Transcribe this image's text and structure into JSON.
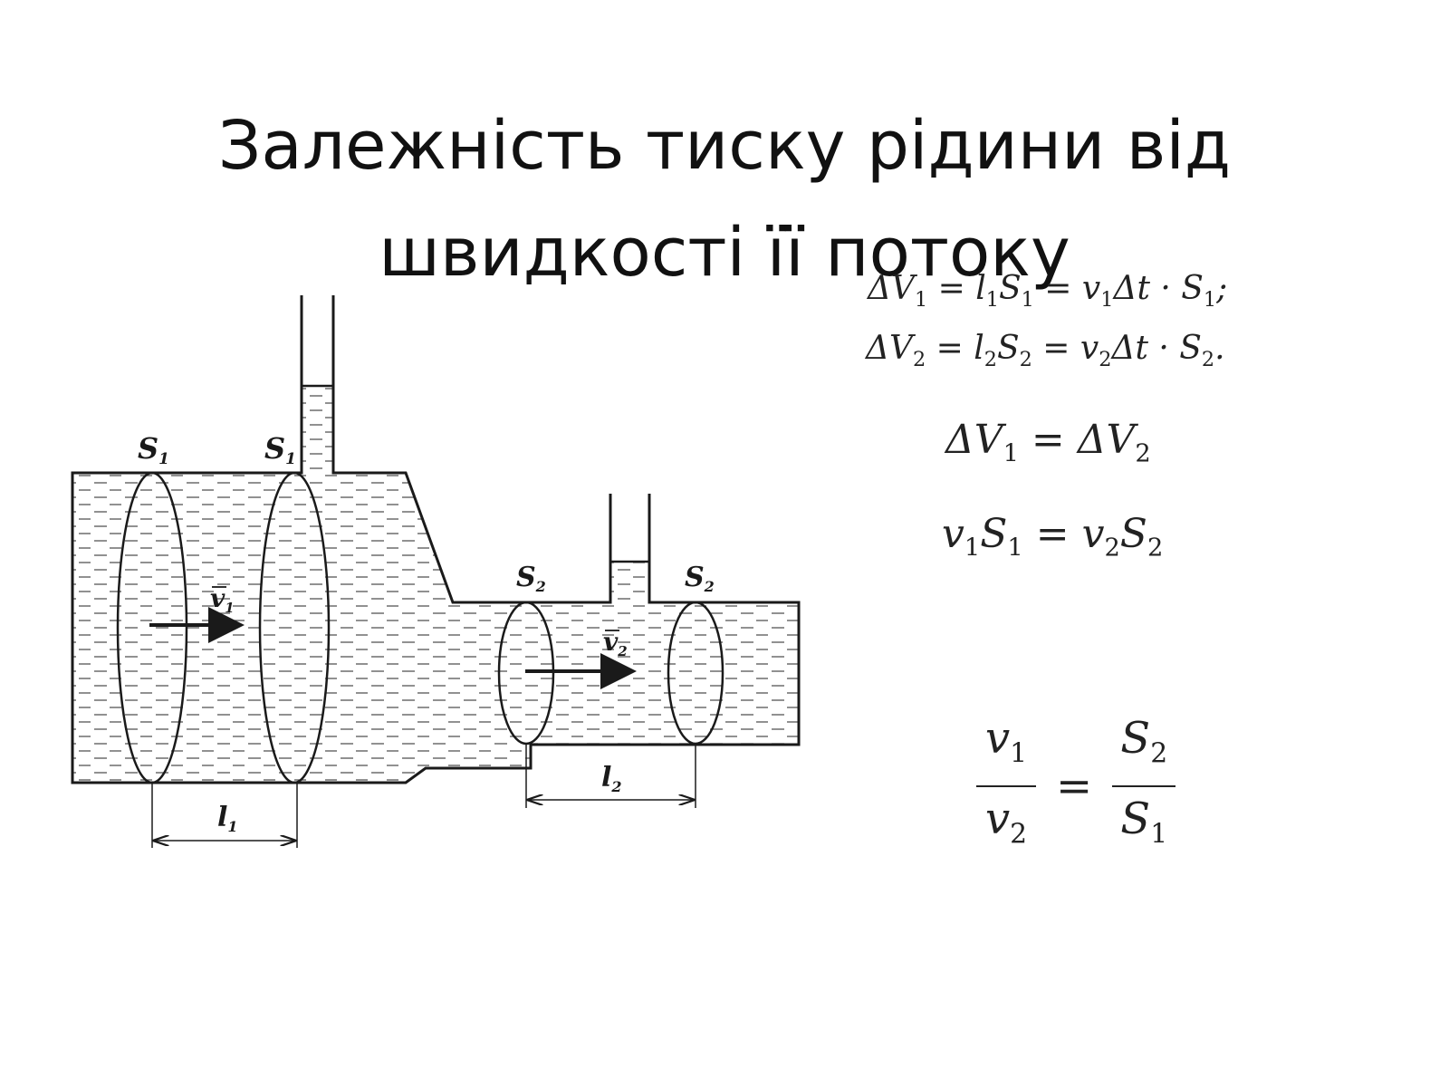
{
  "title": {
    "line1": "Залежність тиску рідини від",
    "line2": "швидкості її потоку"
  },
  "diagram": {
    "labels": {
      "s1_left": "S",
      "s1_left_sub": "1",
      "s1_right": "S",
      "s1_right_sub": "1",
      "s2_left": "S",
      "s2_left_sub": "2",
      "s2_right": "S",
      "s2_right_sub": "2",
      "v1": "v",
      "v1_sub": "1",
      "v2": "v",
      "v2_sub": "2",
      "l1": "l",
      "l1_sub": "1",
      "l2": "l",
      "l2_sub": "2"
    },
    "colors": {
      "ink": "#1a1a1a",
      "hatch": "#555555"
    }
  },
  "formulas": {
    "line1": {
      "a": "ΔV",
      "a_sub": "1",
      "b": " = l",
      "b_sub": "1",
      "c": "S",
      "c_sub": "1",
      "d": " = v",
      "d_sub": "1",
      "e": "Δt · S",
      "e_sub": "1",
      "f": ";"
    },
    "line2": {
      "a": "ΔV",
      "a_sub": "2",
      "b": " = l",
      "b_sub": "2",
      "c": "S",
      "c_sub": "2",
      "d": " = v",
      "d_sub": "2",
      "e": "Δt · S",
      "e_sub": "2",
      "f": "."
    },
    "eq_volume": {
      "a": "ΔV",
      "a_sub": "1",
      "b": " = ΔV",
      "b_sub": "2"
    },
    "eq_flow": {
      "a": "v",
      "a_sub": "1",
      "b": "S",
      "b_sub": "1",
      "c": " = v",
      "c_sub": "2",
      "d": "S",
      "d_sub": "2"
    },
    "ratio": {
      "left_num": "v",
      "left_num_sub": "1",
      "left_den": "v",
      "left_den_sub": "2",
      "equals": "=",
      "right_num": "S",
      "right_num_sub": "2",
      "right_den": "S",
      "right_den_sub": "1"
    }
  }
}
